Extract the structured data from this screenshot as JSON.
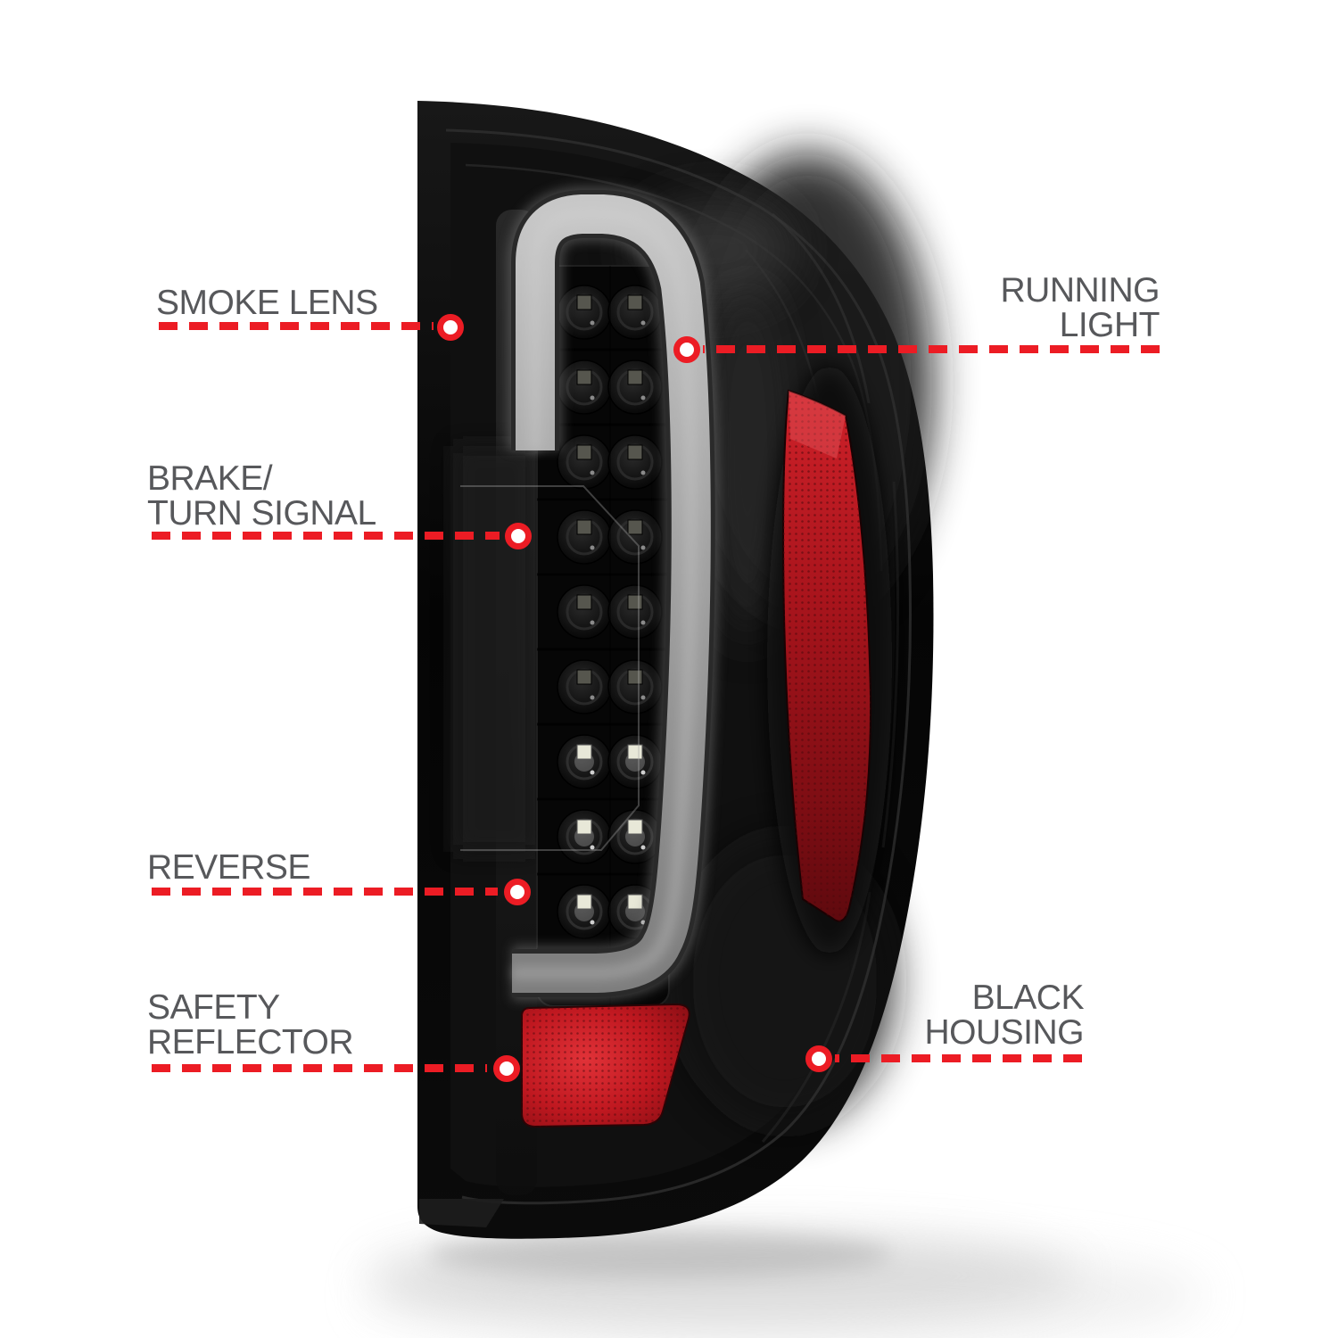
{
  "colors": {
    "accent_red": "#EC1C24",
    "label_gray": "#57585B",
    "background": "#FFFFFF",
    "housing_black": "#0A0A0A",
    "light_bar_gray": "#A6A6A6",
    "reflector_red": "#C0161E"
  },
  "callouts": [
    {
      "id": "smoke-lens",
      "label": "SMOKE LENS"
    },
    {
      "id": "brake-turn-signal",
      "label": "BRAKE/\nTURN SIGNAL"
    },
    {
      "id": "reverse",
      "label": "REVERSE"
    },
    {
      "id": "safety-reflector",
      "label": "SAFETY\nREFLECTOR"
    },
    {
      "id": "running-light",
      "label": "RUNNING\nLIGHT"
    },
    {
      "id": "black-housing",
      "label": "BLACK\nHOUSING"
    }
  ]
}
